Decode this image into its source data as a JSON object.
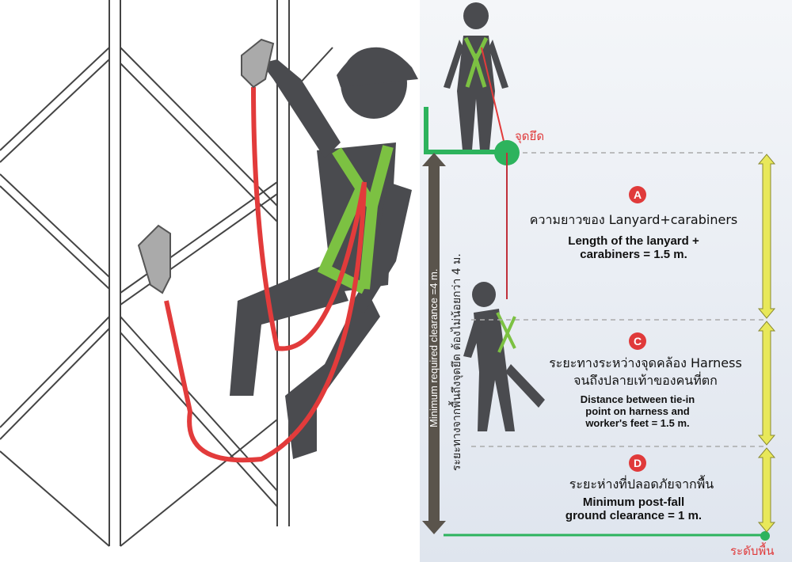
{
  "anchor_label": "จุดยึด",
  "ground_label": "ระดับพื้น",
  "vertical_english": "Minimum required clearance =4 m.",
  "vertical_thai": "ระยะทางจากพื้นถึงจุดยึด ต้องไม่น้อยกว่า 4 ม.",
  "sections": [
    {
      "badge": "A",
      "thai": "ความยาวของ Lanyard+carabiners",
      "english_1": "Length of the lanyard +",
      "english_2": "carabiners = 1.5 m."
    },
    {
      "badge": "C",
      "thai_1": "ระยะทางระหว่างจุดคล้อง Harness",
      "thai_2": "จนถึงปลายเท้าของคนที่ตก",
      "english_1": "Distance between tie-in",
      "english_2": "point on harness and",
      "english_3": "worker's feet = 1.5 m."
    },
    {
      "badge": "D",
      "thai": "ระยะห่างที่ปลอดภัยจากพื้น",
      "english_1": "Minimum post-fall",
      "english_2": "ground clearance = 1 m."
    }
  ],
  "colors": {
    "figure": "#4a4b4f",
    "harness": "#7cc142",
    "lanyard": "#e23b3b",
    "anchor": "#2db35d",
    "badge": "#e03a3a",
    "arrow_yellow": "#e8e85a",
    "arrow_dark": "#5a544c"
  }
}
